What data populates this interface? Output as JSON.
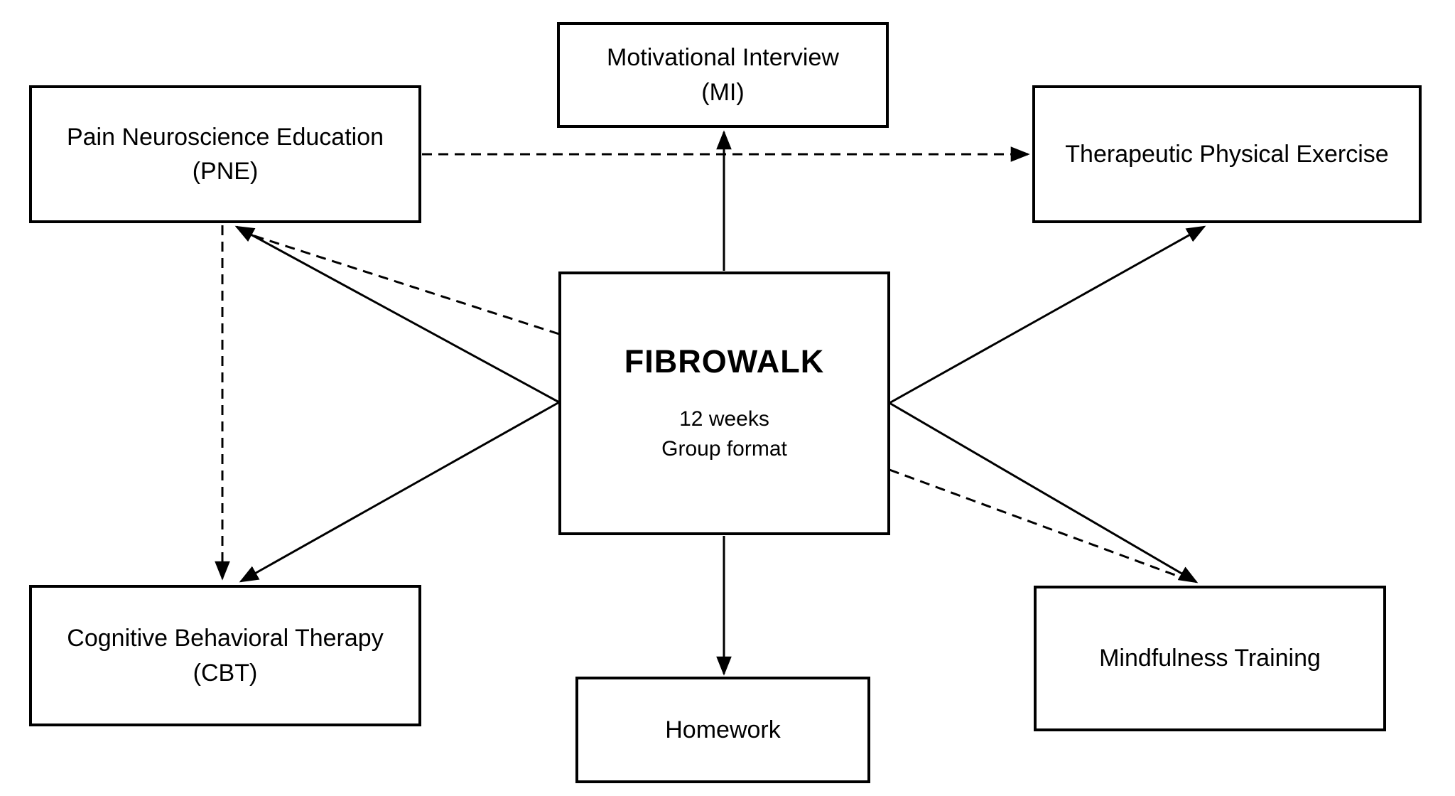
{
  "diagram": {
    "description": "FIBROWALK multicomponent intervention diagram",
    "background_color": "#ffffff",
    "box_fill": "#ffffff",
    "box_border_color": "#000000",
    "text_color": "#000000"
  },
  "nodes": {
    "motivational_interview": {
      "label": "Motivational Interview\n(MI)"
    },
    "pain_neuroscience_education": {
      "label": "Pain Neuroscience Education\n(PNE)"
    },
    "therapeutic_physical_exercise": {
      "label": "Therapeutic Physical Exercise"
    },
    "fibrowalk": {
      "title": "FIBROWALK",
      "subtitle": "12 weeks\nGroup format"
    },
    "cognitive_behavioral_therapy": {
      "label": "Cognitive Behavioral Therapy\n(CBT)"
    },
    "mindfulness_training": {
      "label": "Mindfulness Training"
    },
    "homework": {
      "label": "Homework"
    }
  },
  "edges": [
    {
      "from": "FIBROWALK",
      "to": "Motivational Interview (MI)",
      "style": "solid",
      "arrow": "to"
    },
    {
      "from": "FIBROWALK",
      "to": "Pain Neuroscience Education (PNE)",
      "style": "solid",
      "arrow": "to"
    },
    {
      "from": "FIBROWALK",
      "to": "Cognitive Behavioral Therapy (CBT)",
      "style": "solid",
      "arrow": "to"
    },
    {
      "from": "FIBROWALK",
      "to": "Therapeutic Physical Exercise",
      "style": "solid",
      "arrow": "to"
    },
    {
      "from": "FIBROWALK",
      "to": "Mindfulness Training",
      "style": "solid",
      "arrow": "to"
    },
    {
      "from": "FIBROWALK",
      "to": "Homework",
      "style": "solid",
      "arrow": "to"
    },
    {
      "from": "Pain Neuroscience Education (PNE)",
      "to": "Therapeutic Physical Exercise",
      "style": "dashed",
      "arrow": "to"
    },
    {
      "from": "Pain Neuroscience Education (PNE)",
      "to": "Cognitive Behavioral Therapy (CBT)",
      "style": "dashed",
      "arrow": "to"
    },
    {
      "from": "FIBROWALK",
      "to": "Pain Neuroscience Education (PNE)",
      "style": "dashed",
      "arrow": "to"
    },
    {
      "from": "FIBROWALK",
      "to": "Mindfulness Training",
      "style": "dashed",
      "arrow": "to"
    }
  ]
}
